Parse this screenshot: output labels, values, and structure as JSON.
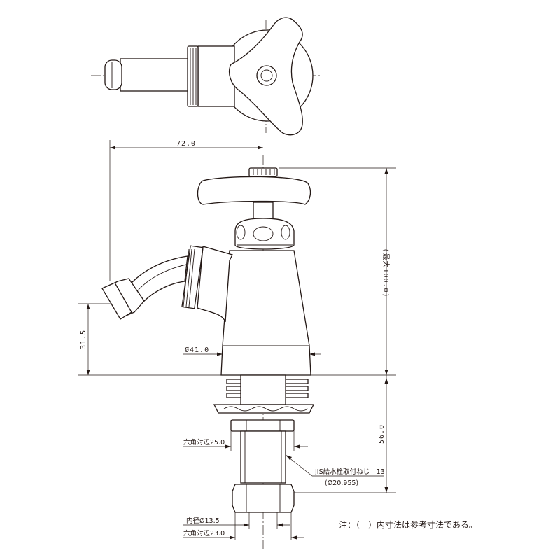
{
  "dimensions": {
    "width_72": "72.0",
    "max_height": "(最大100.0)",
    "spout_height": "31.5",
    "body_diameter": "Ø41.0",
    "shank_length": "56.0",
    "hex_nut_upper": "六角対辺25.0",
    "thread_label": "JIS給水栓取付ねじ　13",
    "thread_size": "(Ø20.955)",
    "inner_diameter": "内径Ø13.5",
    "hex_nut_lower": "六角対辺23.0"
  },
  "note": "注：（　）内寸法は参考寸法である。"
}
